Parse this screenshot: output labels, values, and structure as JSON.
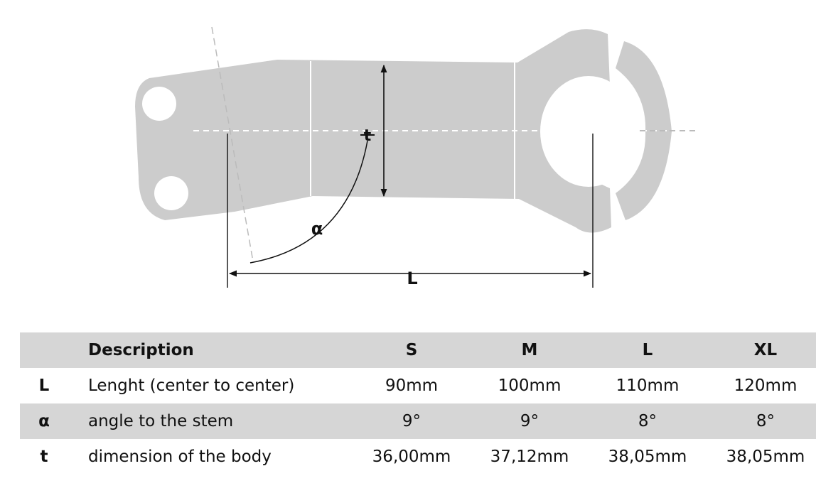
{
  "diagram": {
    "labels": {
      "length": "L",
      "angle": "α",
      "thickness": "t"
    }
  },
  "table": {
    "header": {
      "symbol": "",
      "description": "Description",
      "sizes": [
        "S",
        "M",
        "L",
        "XL"
      ]
    },
    "rows": [
      {
        "symbol": "L",
        "description": "Lenght (center to center)",
        "values": [
          "90mm",
          "100mm",
          "110mm",
          "120mm"
        ]
      },
      {
        "symbol": "α",
        "description": "angle to the stem",
        "values": [
          "9°",
          "9°",
          "8°",
          "8°"
        ]
      },
      {
        "symbol": "t",
        "description": "dimension of the body",
        "values": [
          "36,00mm",
          "37,12mm",
          "38,05mm",
          "38,05mm"
        ]
      }
    ]
  },
  "colors": {
    "stem_body": "#cccccc",
    "table_shade": "#d6d6d6",
    "line": "#111111",
    "dashed_axis": "#bbbbbb"
  }
}
